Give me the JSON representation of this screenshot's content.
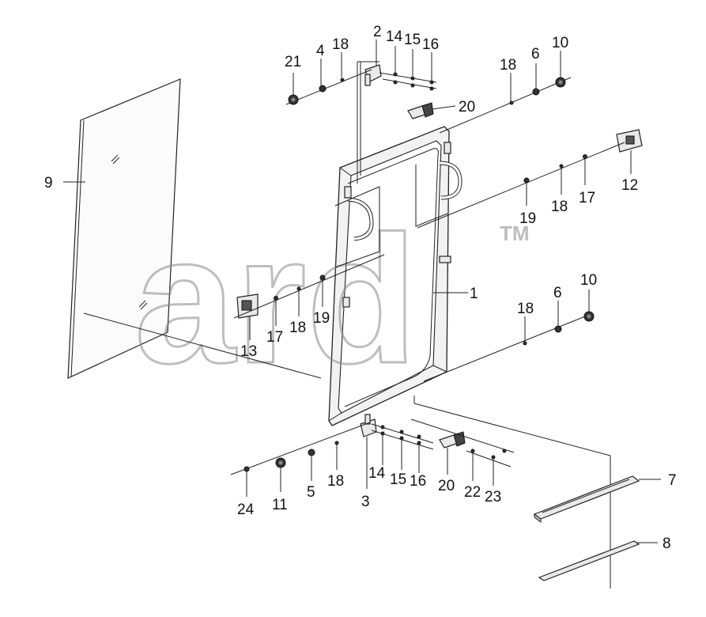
{
  "watermark": {
    "text": "ard",
    "tm": "TM",
    "color": "#8a8a8a"
  },
  "callouts": [
    "1",
    "2",
    "3",
    "4",
    "5",
    "6",
    "6",
    "7",
    "8",
    "9",
    "10",
    "10",
    "11",
    "12",
    "13",
    "14",
    "14",
    "15",
    "15",
    "16",
    "16",
    "17",
    "17",
    "18",
    "18",
    "18",
    "18",
    "18",
    "18",
    "19",
    "19",
    "20",
    "20",
    "21",
    "22",
    "23",
    "24"
  ]
}
